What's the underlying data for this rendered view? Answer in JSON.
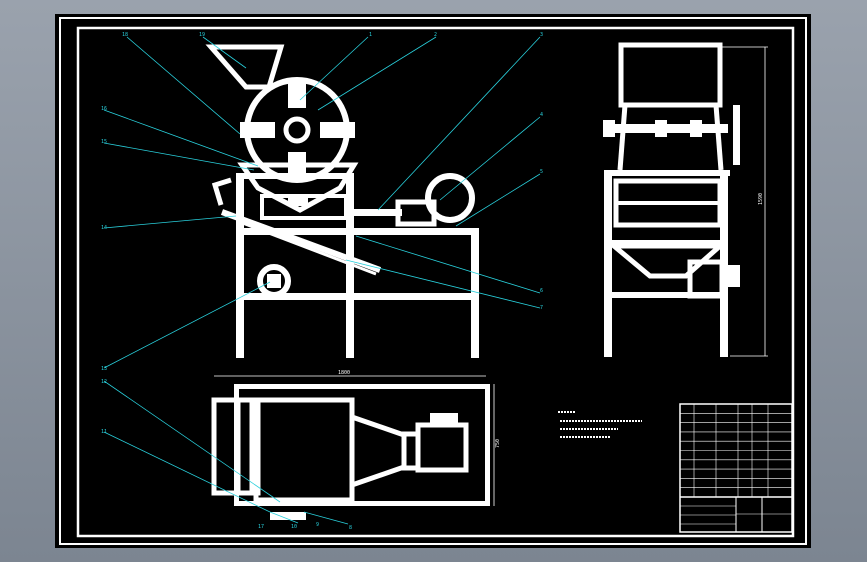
{
  "callouts": {
    "c1": "1",
    "c2": "2",
    "c3": "3",
    "c4": "4",
    "c5": "5",
    "c6": "6",
    "c7": "7",
    "c8": "8",
    "c9": "9",
    "c10": "10",
    "c11": "11",
    "c12": "12",
    "c13": "13",
    "c14": "14",
    "c15": "15",
    "c16": "16",
    "c17": "17",
    "c18": "18",
    "c19": "19"
  },
  "dimensions": {
    "height": "1590",
    "length": "1800",
    "width": "750"
  },
  "colors": {
    "paper": "#000000",
    "lines": "#ffffff",
    "leaders": "#29d0dc",
    "backdrop": "#8e96a1"
  }
}
